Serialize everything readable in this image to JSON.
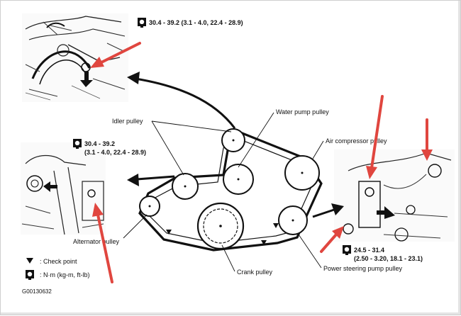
{
  "labels": {
    "idler_pulley": "Idler pulley",
    "water_pump_pulley": "Water pump pulley",
    "air_compressor_pulley": "Air compressor pulley",
    "alternator_pulley": "Alternator pulley",
    "crank_pulley": "Crank pulley",
    "power_steering_pump_pulley": "Power steering pump pulley"
  },
  "torque_specs": {
    "top": "30.4 - 39.2 (3.1 - 4.0, 22.4 - 28.9)",
    "left_line1": "30.4 - 39.2",
    "left_line2": "(3.1 - 4.0, 22.4 - 28.9)",
    "right_line1": "24.5 - 31.4",
    "right_line2": "(2.50 - 3.20, 18.1 - 23.1)"
  },
  "legend": {
    "check_point": ": Check point",
    "torque_unit": ": N·m (kg-m, ft-lb)"
  },
  "figure_code": "G00130632",
  "colors": {
    "arrow_red": "#e0463f",
    "ink": "#111111"
  },
  "icons": [
    "torque-wrench-icon",
    "check-point-triangle-icon",
    "red-arrow-icon"
  ]
}
